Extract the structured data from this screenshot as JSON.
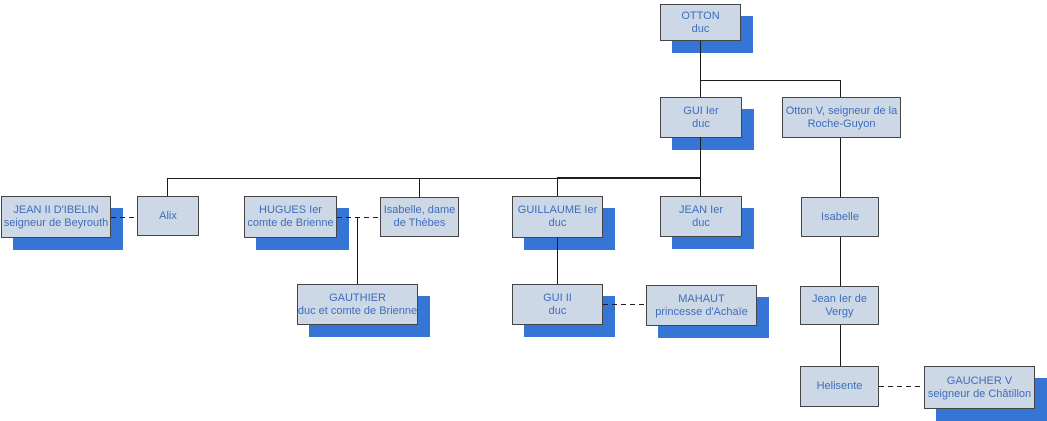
{
  "diagram": {
    "type": "genealogy-tree",
    "colors": {
      "background": "#ffffff",
      "node_fill": "#ccd8e6",
      "node_border": "#454545",
      "node_text": "#3f6dbd",
      "node_shadow": "#3575d5",
      "connector": "#1c1c1c"
    },
    "nodes": {
      "otton": {
        "line1": "OTTON",
        "line2": "duc"
      },
      "gui1": {
        "line1": "GUI Ier",
        "line2": "duc"
      },
      "otton5": {
        "line1": "Otton V, seigneur de la",
        "line2": "Roche-Guyon"
      },
      "jean2_ibelin": {
        "line1": "JEAN II D'IBELIN",
        "line2": "seigneur de Beyrouth"
      },
      "alix": {
        "line1": "Alix"
      },
      "hugues": {
        "line1": "HUGUES Ier",
        "line2": "comte de Brienne"
      },
      "isabelle_thebes": {
        "line1": "Isabelle, dame",
        "line2": "de Thèbes"
      },
      "guillaume": {
        "line1": "GUILLAUME Ier",
        "line2": "duc"
      },
      "jean1": {
        "line1": "JEAN Ier",
        "line2": "duc"
      },
      "isabelle": {
        "line1": "Isabelle"
      },
      "gauthier": {
        "line1": "GAUTHIER",
        "line2": "duc et comte de Brienne"
      },
      "gui2": {
        "line1": "GUI II",
        "line2": "duc"
      },
      "mahaut": {
        "line1": "MAHAUT",
        "line2": "princesse d'Achaïe"
      },
      "jean_vergy": {
        "line1": "Jean Ier de",
        "line2": "Vergy"
      },
      "helisente": {
        "line1": "Helisente"
      },
      "gaucher": {
        "line1": "GAUCHER V",
        "line2": "seigneur de Châtillon"
      }
    },
    "edges": [
      {
        "from": "otton",
        "to": "gui1",
        "type": "descent"
      },
      {
        "from": "otton",
        "to": "otton5",
        "type": "descent"
      },
      {
        "from": "gui1",
        "to": "alix",
        "type": "descent"
      },
      {
        "from": "gui1",
        "to": "isabelle_thebes",
        "type": "descent"
      },
      {
        "from": "gui1",
        "to": "guillaume",
        "type": "descent"
      },
      {
        "from": "gui1",
        "to": "jean1",
        "type": "descent"
      },
      {
        "from": "jean2_ibelin",
        "to": "alix",
        "type": "marriage"
      },
      {
        "from": "hugues",
        "to": "isabelle_thebes",
        "type": "marriage"
      },
      {
        "from": "hugues_isabelle_thebes",
        "to": "gauthier",
        "type": "descent"
      },
      {
        "from": "guillaume",
        "to": "gui2",
        "type": "descent"
      },
      {
        "from": "gui2",
        "to": "mahaut",
        "type": "marriage"
      },
      {
        "from": "otton5",
        "to": "isabelle",
        "type": "descent"
      },
      {
        "from": "isabelle",
        "to": "jean_vergy",
        "type": "descent"
      },
      {
        "from": "jean_vergy",
        "to": "helisente",
        "type": "descent"
      },
      {
        "from": "helisente",
        "to": "gaucher",
        "type": "marriage"
      }
    ]
  }
}
